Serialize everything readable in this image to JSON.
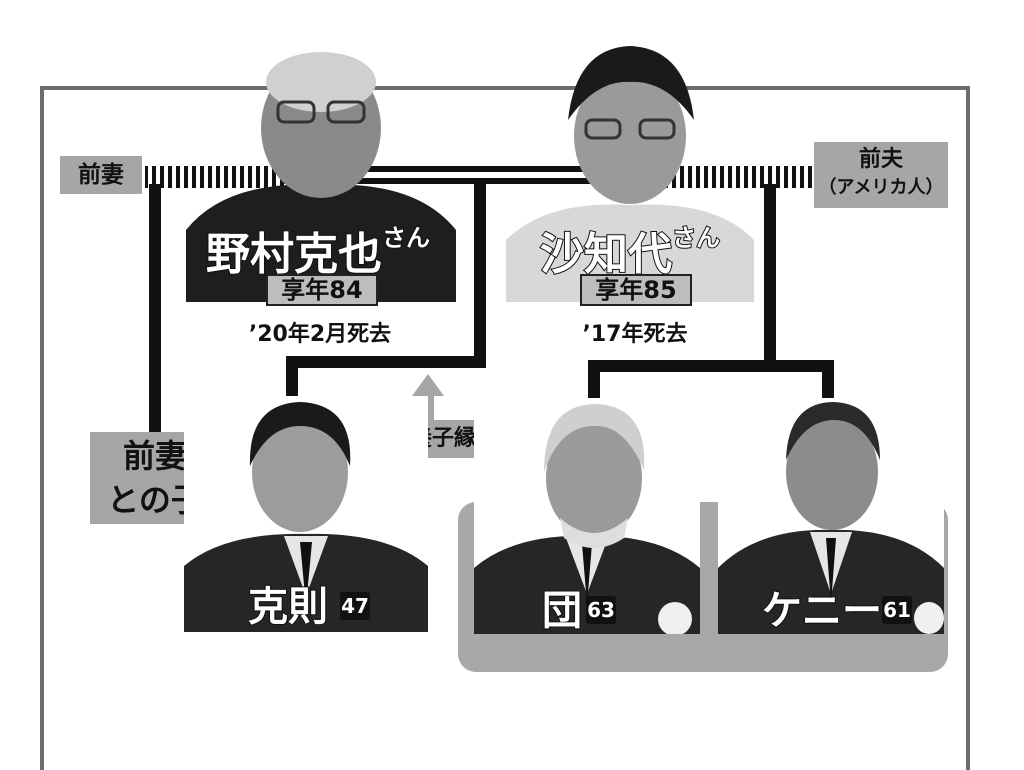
{
  "labels": {
    "ex_wife": "前妻",
    "ex_husband_line1": "前夫",
    "ex_husband_line2": "（アメリカ人）",
    "ex_wife_child_line1": "前妻",
    "ex_wife_child_line2": "との子",
    "adoption": "養子縁組"
  },
  "people": {
    "nomura": {
      "name": "野村克也",
      "honorific": "さん",
      "age_box": "享年84",
      "death": "’20年2月死去"
    },
    "sachiyo": {
      "name": "沙知代",
      "honorific": "さん",
      "age_box": "享年85",
      "death": "’17年死去"
    },
    "katsunori": {
      "name": "克則",
      "age": "47"
    },
    "dan": {
      "name": "団",
      "age": "63"
    },
    "kenny": {
      "name": "ケニー",
      "age": "61"
    }
  },
  "colors": {
    "line": "#111111",
    "gray_box": "#a6a6a6",
    "group_bg": "#a8a8a8"
  }
}
